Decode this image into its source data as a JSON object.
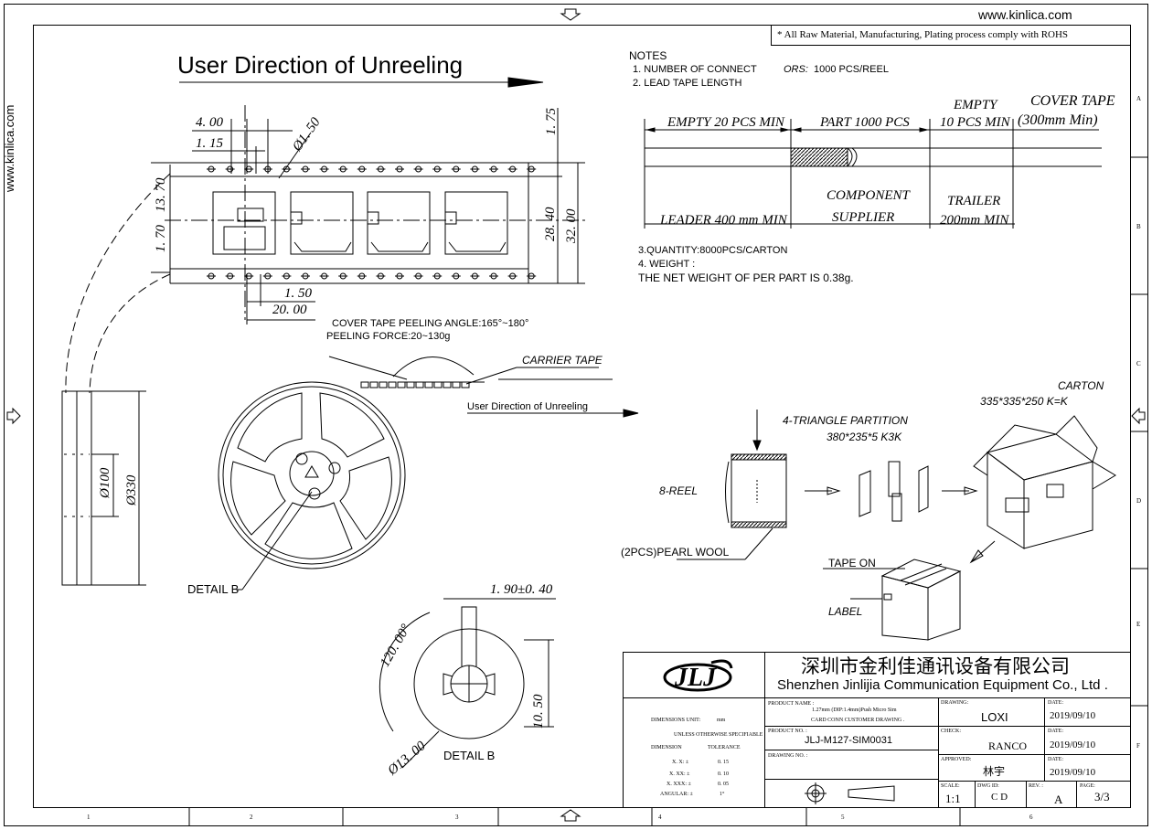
{
  "header": {
    "website": "www.kinlica.com",
    "side_website": "www.kinlica.com",
    "rohs_note": "* All Raw Material, Manufacturing, Plating process comply with ROHS"
  },
  "main_title": "User Direction of Unreeling",
  "notes": {
    "heading": "NOTES",
    "item1_a": "1. NUMBER OF CONNECT",
    "item1_b": "ORS:",
    "item1_c": "1000  PCS/REEL",
    "item2": "2. LEAD TAPE LENGTH",
    "item3": "3.QUANTITY:8000PCS/CARTON",
    "item4": "4. WEIGHT :",
    "item5": "THE NET WEIGHT OF PER PART IS 0.38g."
  },
  "tape_diagram": {
    "empty_top": "EMPTY 20 PCS  MIN",
    "part": "PART 1000 PCS",
    "empty_right_1": "EMPTY",
    "empty_right_2": "10 PCS  MIN",
    "cover_tape_1": "COVER TAPE",
    "cover_tape_2": "(300mm Min)",
    "leader": "LEADER  400 mm  MIN",
    "component_1": "COMPONENT",
    "component_2": "SUPPLIER",
    "trailer_1": "TRAILER",
    "trailer_2": "200mm  MIN"
  },
  "dims": {
    "d400": "4. 00",
    "d115": "1. 15",
    "d150": "Ø1. 50",
    "d175": "1. 75",
    "d1370": "13. 70",
    "d170": "1. 70",
    "d2840": "28. 40",
    "d3200": "32. 00",
    "d150b": "1. 50",
    "d2000": "20. 00",
    "d100": "Ø100",
    "d330": "Ø330",
    "d190": "1. 90±0. 40",
    "d120": "120. 00°",
    "d1050": "10. 50",
    "d1300": "Ø13. 00"
  },
  "labels": {
    "peel_angle": "COVER TAPE PEELING ANGLE:165°~180°",
    "peel_force": "PEELING FORCE:20~130g",
    "carrier_tape": "CARRIER TAPE",
    "user_dir_small": "User Direction of Unreeling",
    "detail_b_1": "DETAIL B",
    "detail_b_2": "DETAIL B",
    "carton": "CARTON",
    "carton_size": "335*335*250 K=K",
    "partition": "4-TRIANGLE PARTITION",
    "partition_size": "380*235*5 K3K",
    "reel8": "8-REEL",
    "pearl": "(2PCS)PEARL WOOL",
    "tape_on": "TAPE ON",
    "label": "LABEL"
  },
  "title_block": {
    "company_cn": "深圳市金利佳通讯设备有限公司",
    "company_en": "Shenzhen Jinlijia Communication Equipment Co., Ltd .",
    "dim_unit_label": "DIMENSIONS UNIT:",
    "dim_unit": "mm",
    "unless": "UNLESS OTHERWISE SPECIFIABLE",
    "dimension_h": "DIMENSION",
    "tolerance_h": "TOLERANCE",
    "tol_rows": [
      {
        "d": "X. X:  ±",
        "t": "0. 15"
      },
      {
        "d": "X. XX:  ±",
        "t": "0. 10"
      },
      {
        "d": "X. XXX:  ±",
        "t": "0. 05"
      },
      {
        "d": "ANGULAR:  ±",
        "t": "1°"
      }
    ],
    "product_name_label": "PRODUCT NAME :",
    "product_name_1": "1.27mm (DIP:1.4mm)Push  Micro Sim",
    "product_name_2": "CARD CONN CUSTOMER DRAWING .",
    "product_no_label": "PRODUCT NO. :",
    "product_no": "JLJ-M127-SIM0031",
    "drawing_no_label": "DRAWING NO. :",
    "drawing_label": "DRAWING:",
    "drawing_by": "LOXI",
    "check_label": "CHECK:",
    "check_by": "RANCO",
    "approved_label": "APPROVED:",
    "approved_by": "林宇",
    "date_label": "DATE:",
    "date1": "2019/09/10",
    "date2": "2019/09/10",
    "date3": "2019/09/10",
    "scale_label": "SCALE:",
    "scale": "1:1",
    "dwg_id_label": "DWG ID:",
    "dwg_id": "C D",
    "rev_label": "REV. :",
    "rev": "A",
    "page_label": "PAGE:",
    "page": "3/3"
  },
  "grid": {
    "bottom": [
      "1",
      "2",
      "3",
      "4",
      "5",
      "6"
    ],
    "right": [
      "A",
      "B",
      "C",
      "D",
      "E",
      "F"
    ]
  }
}
